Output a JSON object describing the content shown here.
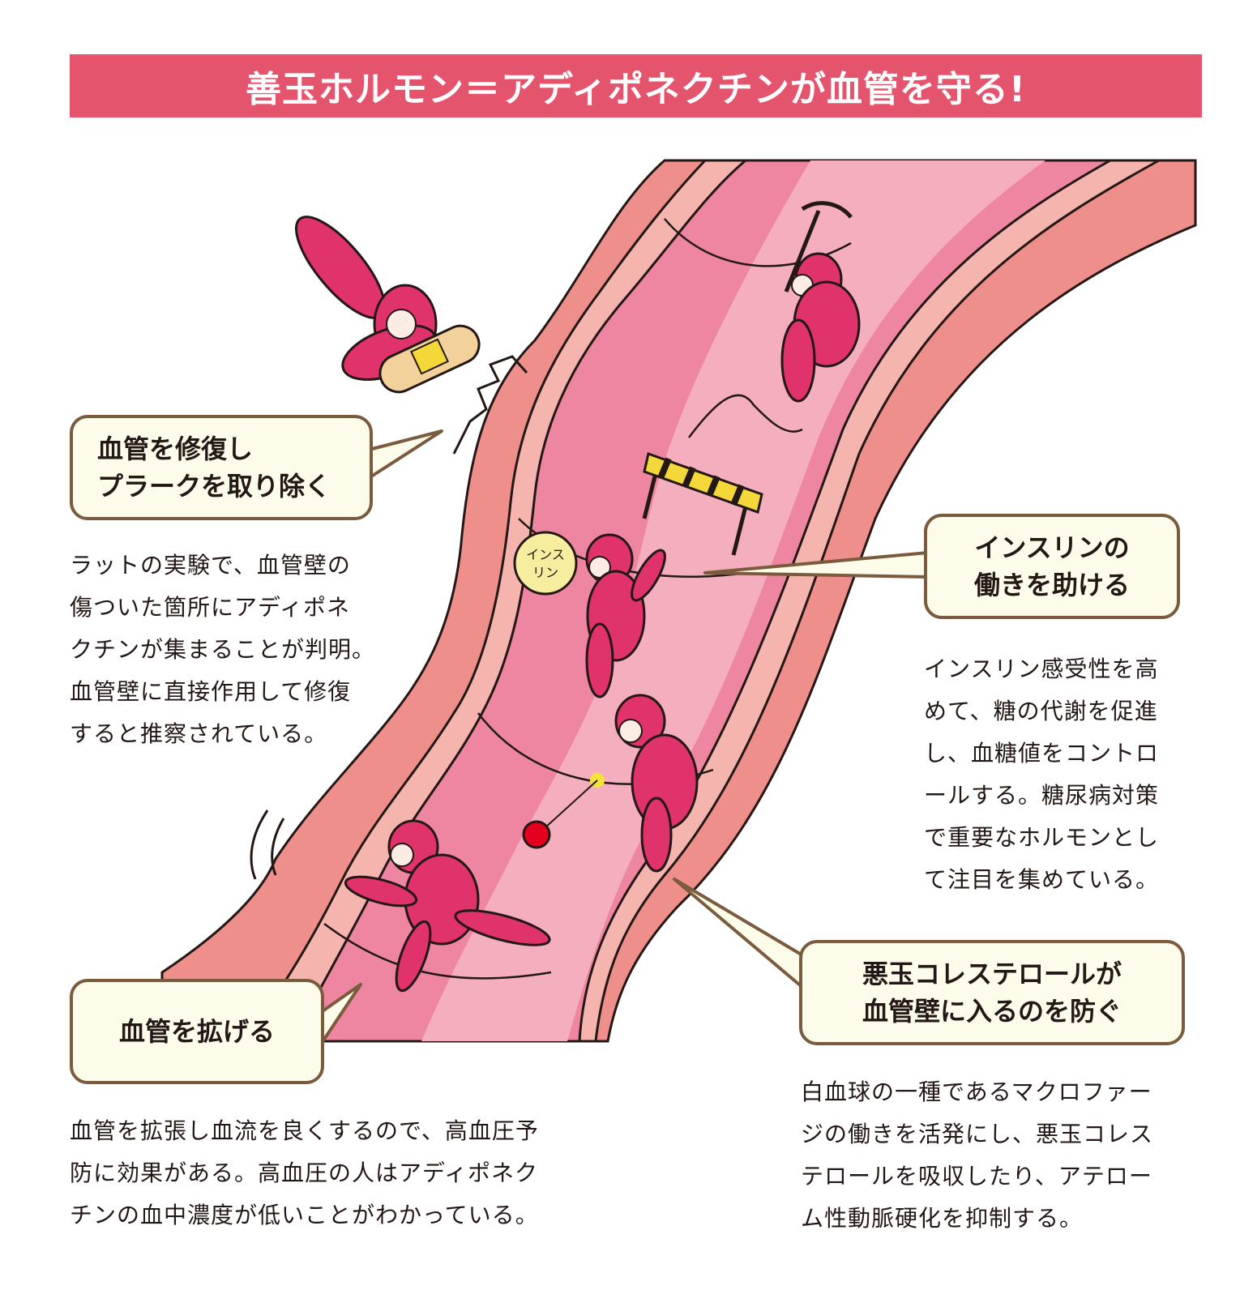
{
  "title": "善玉ホルモン＝アディポネクチンが血管を守る!",
  "ball_label": [
    "インス",
    "リン"
  ],
  "callouts": {
    "repair": {
      "lines": [
        "血管を修復し",
        "プラークを取り除く"
      ]
    },
    "insulin": {
      "lines": [
        "インスリンの",
        "働きを助ける"
      ]
    },
    "dilate": {
      "lines": [
        "血管を拡げる"
      ]
    },
    "cholesterol": {
      "lines": [
        "悪玉コレステロールが",
        "血管壁に入るのを防ぐ"
      ]
    }
  },
  "descriptions": {
    "repair": [
      "ラットの実験で、血管壁の",
      "傷ついた箇所にアディポネ",
      "クチンが集まることが判明。",
      "血管壁に直接作用して修復",
      "すると推察されている。"
    ],
    "insulin": [
      "インスリン感受性を高",
      "めて、糖の代謝を促進",
      "し、血糖値をコントロ",
      "ールする。糖尿病対策",
      "で重要なホルモンとし",
      "て注目を集めている。"
    ],
    "dilate": [
      "血管を拡張し血流を良くするので、高血圧予",
      "防に効果がある。高血圧の人はアディポネク",
      "チンの血中濃度が低いことがわかっている。"
    ],
    "cholesterol": [
      "白血球の一種であるマクロファー",
      "ジの働きを活発にし、悪玉コレス",
      "テロールを吸収したり、アテロー",
      "ム性動脈硬化を抑制する。"
    ]
  },
  "colors": {
    "banner": "#e5546d",
    "vessel_outer": "#ef8f8c",
    "vessel_wall": "#f5b5ae",
    "vessel_inner": "#ee86a2",
    "vessel_light": "#f4aebd",
    "figure": "#e0336b",
    "callout_border": "#7a5b3d",
    "callout_fill": "#fdfbe9"
  }
}
